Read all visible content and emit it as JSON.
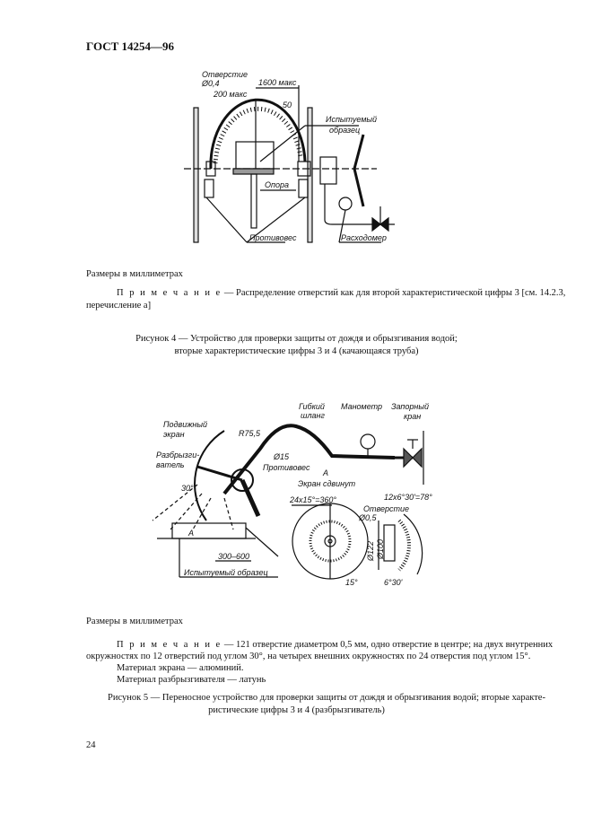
{
  "header": "ГОСТ 14254—96",
  "figure4": {
    "labels": {
      "hole": "Отверстие",
      "hole_dia": "Ø0,4",
      "max200": "200 макс",
      "max1600": "1600 макс",
      "fifty": "50",
      "sample": "Испытуемый",
      "sample2": "образец",
      "support": "Опора",
      "counterweight": "Противовес",
      "flowmeter": "Расходомер"
    },
    "dims_note": "Размеры в миллиметрах",
    "note_prefix": "П р и м е ч а н и е",
    "note_line1": " — Распределение отверстий как для второй характеристической цифры 3 [см. 14.2.3,",
    "note_line2": "перечисление а]",
    "caption_line1": "Рисунок 4 — Устройство для проверки защиты от дождя и обрызгивания водой;",
    "caption_line2": "вторые характеристические цифры 3 и 4 (качающаяся труба)"
  },
  "figure5": {
    "labels": {
      "hose": "Гибкий",
      "hose2": "шланг",
      "manometer": "Манометр",
      "valve": "Запорный",
      "valve2": "кран",
      "screen": "Подвижный",
      "screen2": "экран",
      "sprayer": "Разбрызги-",
      "sprayer2": "ватель",
      "radius": "R75,5",
      "dia15": "Ø15",
      "counterweight": "Противовес",
      "view": "А",
      "screen_moved": "Экран сдвинут",
      "angle30": "30°",
      "view_a": "А",
      "range": "300–600",
      "sample": "Испытуемый образец",
      "holes_angle": "24x15°=360°",
      "hole": "Отверстие",
      "hole_dia": "Ø0,5",
      "rows_angle": "12x6°30'=78°",
      "dia122": "Ø122",
      "dia100": "Ø100",
      "angle15": "15°",
      "angle6": "6°30'"
    },
    "dims_note": "Размеры в миллиметрах",
    "note_prefix": "П р и м е ч а н и е",
    "note_line1": " — 121 отверстие диаметром 0,5 мм, одно отверстие в центре; на двух внутренних",
    "note_line2": "окружностях по 12 отверстий под углом 30°, на четырех внешних окружностях по 24 отверстия под углом 15°.",
    "material1": "Материал экрана — алюминий.",
    "material2": "Материал разбрызгивателя — латунь",
    "caption_line1": "Рисунок 5 — Переносное устройство для проверки защиты от дождя и обрызгивания водой; вторые характе-",
    "caption_line2": "ристические цифры 3 и 4 (разбрызгиватель)"
  },
  "page_number": "24"
}
